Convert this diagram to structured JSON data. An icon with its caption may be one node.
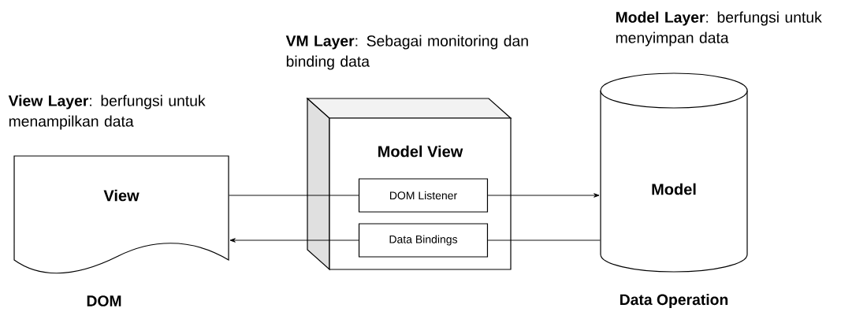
{
  "diagram": {
    "nodes": [
      {
        "text": [
          "View"
        ],
        "beside": [
          "**View Layer**: berfungsi untuk menampilkan data",
          "DOM"
        ]
      },
      {
        "text": [
          "Model View"
        ],
        "beside": [
          "**VM Layer**: Sebagai monitoring dan binding data"
        ]
      },
      {
        "text": [
          "DOM Listener"
        ],
        "in": 1
      },
      {
        "text": [
          "Data Bindings"
        ],
        "in": 1
      },
      {
        "text": [
          "Model"
        ],
        "beside": [
          "**Model Layer**: berfungsi untuk menyimpan data",
          "Data Operation"
        ]
      }
    ],
    "edges": [
      {
        "from": 0,
        "to": 2,
        "arrow": "none"
      },
      {
        "from": 2,
        "to": 4,
        "arrow": "to"
      },
      {
        "from": 4,
        "to": 3,
        "arrow": "none"
      },
      {
        "from": 3,
        "to": 0,
        "arrow": "to"
      }
    ]
  }
}
